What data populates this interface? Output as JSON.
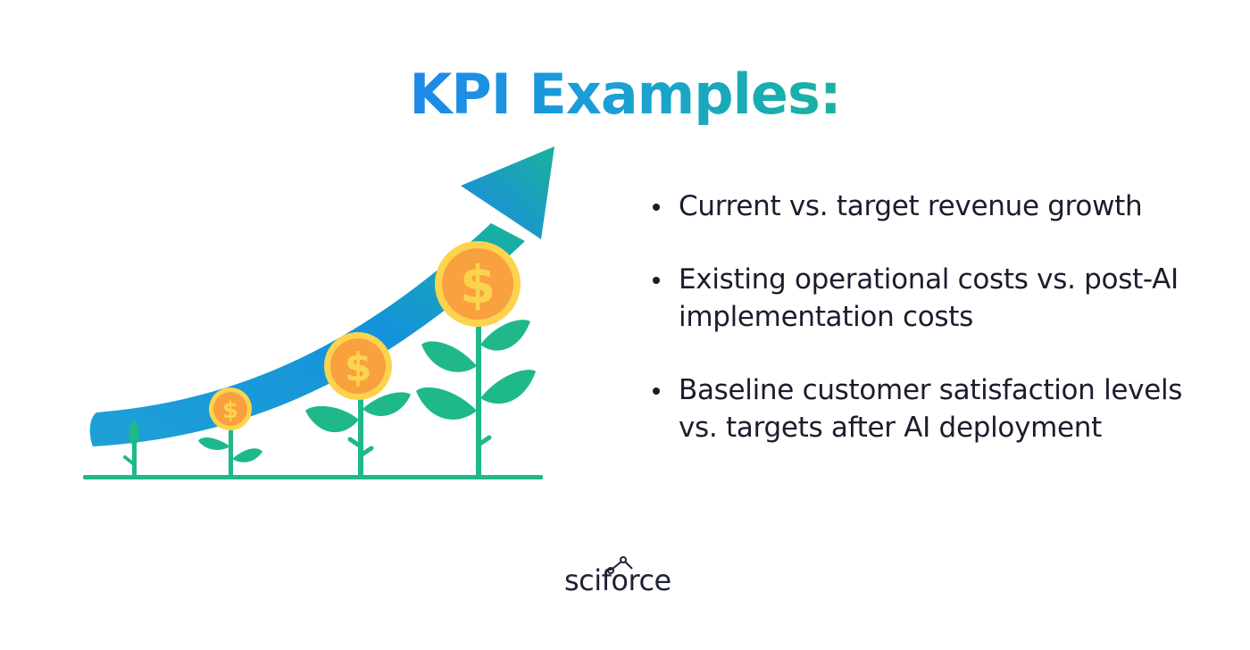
{
  "title": "KPI Examples:",
  "kpis": [
    "Current vs. target revenue growth",
    "Existing operational costs vs. post-AI implementation costs",
    "Baseline customer satisfaction levels vs. targets after AI deployment"
  ],
  "logo": {
    "text": "sciforce"
  },
  "icons": {
    "arrow": "growth-arrow-icon",
    "coin": "dollar-coin-icon",
    "plant": "plant-icon"
  },
  "colors": {
    "title_start": "#1e88ea",
    "title_end": "#19b3a0",
    "leaf": "#1fb88a",
    "coin": "#f9a03f",
    "coin_rim": "#fcd34d",
    "text": "#1c1c2e"
  },
  "coin_symbol": "$"
}
